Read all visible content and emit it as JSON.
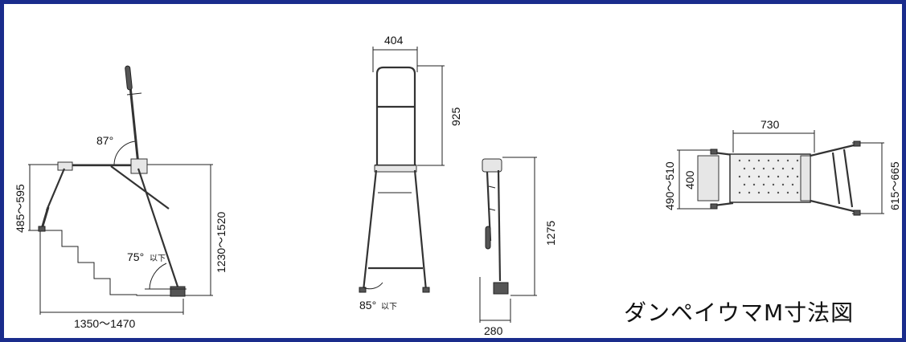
{
  "title": "ダンペイウマM寸法図",
  "frame_color": "#1a2c8c",
  "side_view": {
    "angle_top": "87°",
    "angle_bottom": "75°",
    "angle_bottom_note": "以下",
    "dim_height_left": "485〜595",
    "dim_height_right": "1230〜1520",
    "dim_width_bottom": "1350〜1470"
  },
  "front_view": {
    "dim_top_width": "404",
    "dim_rail_height": "925",
    "angle_bottom": "85°",
    "angle_bottom_note": "以下"
  },
  "narrow_view": {
    "dim_height": "1275",
    "dim_base": "280"
  },
  "top_view": {
    "dim_platform_width": "730",
    "dim_left_depth": "490〜510",
    "dim_inner_depth": "400",
    "dim_right_depth": "615〜665"
  }
}
